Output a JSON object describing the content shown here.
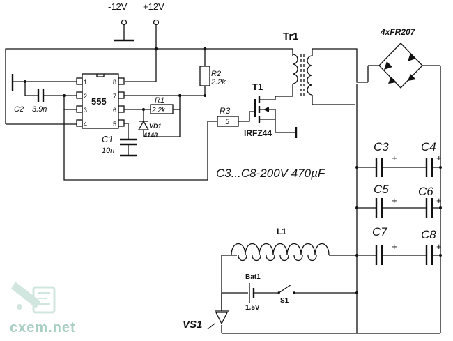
{
  "supply": {
    "neg": "-12V",
    "pos": "+12V"
  },
  "ic": {
    "name": "555",
    "pins_left": [
      "1",
      "2",
      "3",
      "4"
    ],
    "pins_right": [
      "8",
      "7",
      "6",
      "5"
    ]
  },
  "components": {
    "c2": "C2",
    "c2_value": "3.9n",
    "c1": "C1",
    "c1_value": "10n",
    "r1": "R1",
    "r1_value": "2.2k",
    "r2": "R2",
    "r2_value": "2.2k",
    "r3": "R3",
    "r3_value": "5",
    "vd1": "VD1",
    "vd1_value": "4148",
    "t1": "T1",
    "t1_value": "IRFZ44",
    "tr1": "Tr1",
    "bridge": "4xFR207",
    "c3": "C3",
    "c4": "C4",
    "c5": "C5",
    "c6": "C6",
    "c7": "C7",
    "c8": "C8",
    "cap_note": "C3...C8-200V 470µF",
    "l1": "L1",
    "bat1": "Bat1",
    "bat1_value": "1.5V",
    "s1": "S1",
    "vs1": "VS1",
    "plus": "+"
  },
  "watermark": {
    "text": "cxem.net"
  }
}
